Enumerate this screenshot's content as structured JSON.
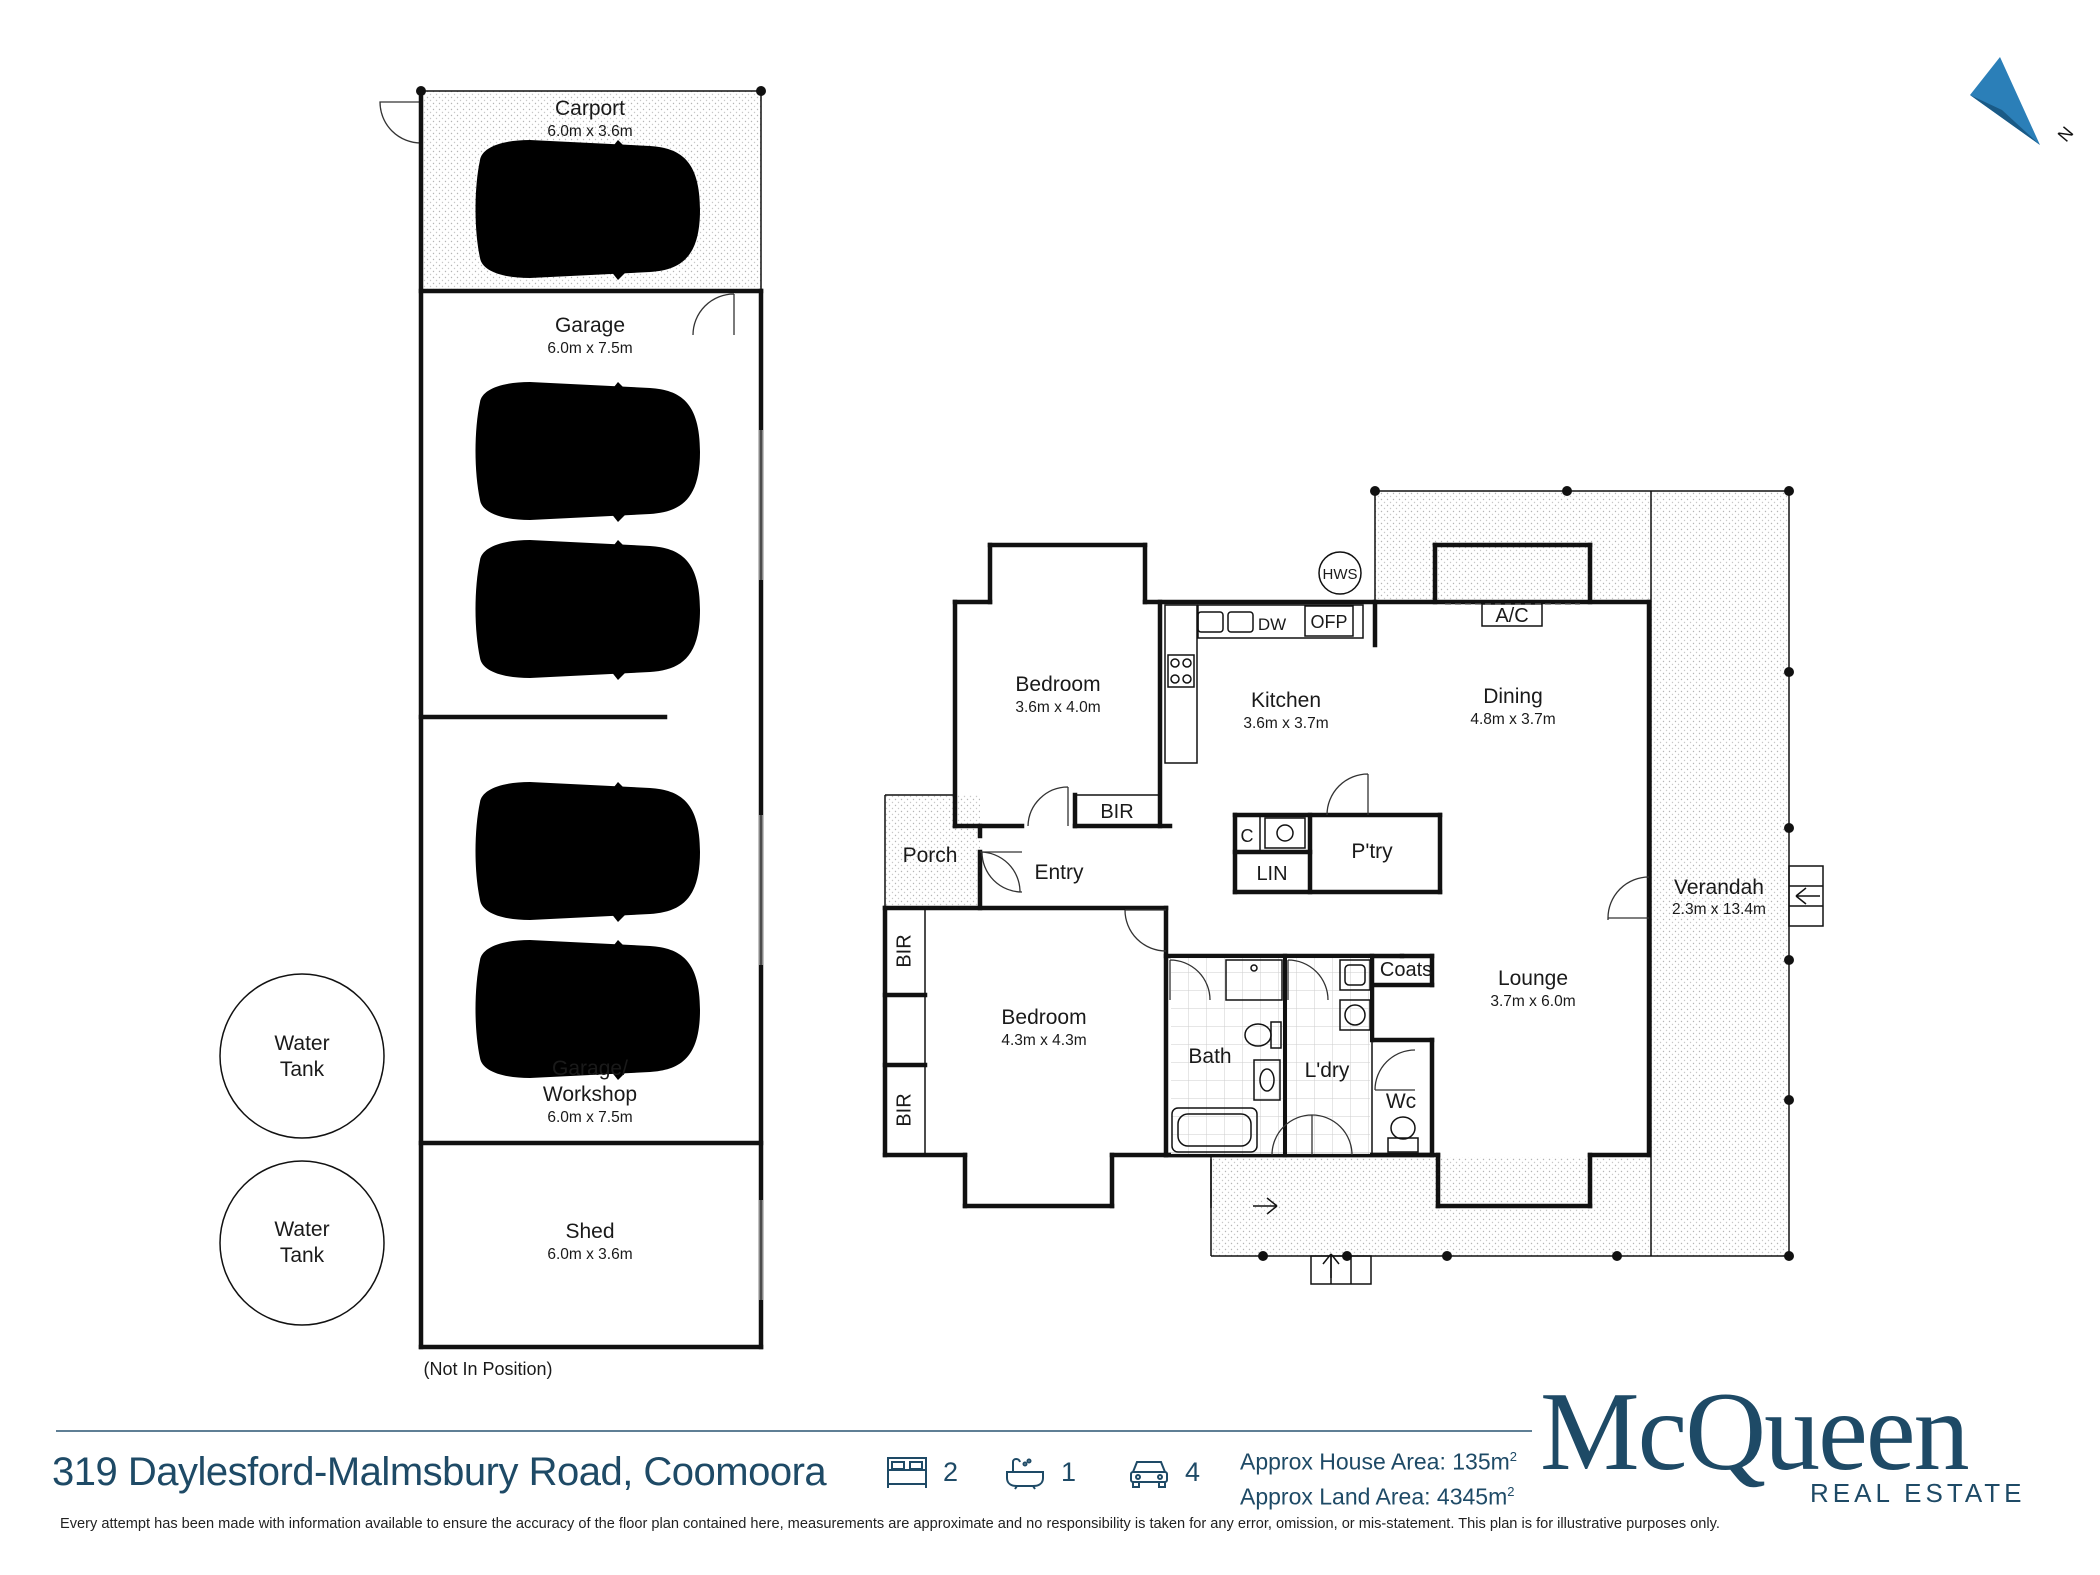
{
  "rooms": {
    "carport": {
      "name": "Carport",
      "dims": "6.0m x 3.6m"
    },
    "garage": {
      "name": "Garage",
      "dims": "6.0m x 7.5m"
    },
    "workshop": {
      "name1": "Garage/",
      "name2": "Workshop",
      "dims": "6.0m x 7.5m"
    },
    "shed": {
      "name": "Shed",
      "dims": "6.0m x 3.6m"
    },
    "bedroom1": {
      "name": "Bedroom",
      "dims": "3.6m x 4.0m"
    },
    "bedroom2": {
      "name": "Bedroom",
      "dims": "4.3m x 4.3m"
    },
    "kitchen": {
      "name": "Kitchen",
      "dims": "3.6m x 3.7m"
    },
    "dining": {
      "name": "Dining",
      "dims": "4.8m x 3.7m"
    },
    "lounge": {
      "name": "Lounge",
      "dims": "3.7m x 6.0m"
    },
    "verandah": {
      "name": "Verandah",
      "dims": "2.3m x 13.4m"
    },
    "porch": {
      "name": "Porch"
    },
    "entry": {
      "name": "Entry"
    },
    "pantry": {
      "name": "P'try"
    },
    "bath": {
      "name": "Bath"
    },
    "laundry": {
      "name": "L'dry"
    },
    "wc": {
      "name": "Wc"
    },
    "coats": {
      "name": "Coats"
    },
    "lin": {
      "name": "LIN"
    },
    "c": {
      "name": "C"
    }
  },
  "fixtures": {
    "bir": "BIR",
    "dw": "DW",
    "ofp": "OFP",
    "ac": "A/C",
    "hws": "HWS"
  },
  "water_tanks": {
    "line1": "Water",
    "line2": "Tank"
  },
  "not_in_position": "(Not In Position)",
  "compass_label": "N",
  "footer": {
    "address": "319 Daylesford-Malmsbury Road, Coomoora",
    "bedrooms": "2",
    "bathrooms": "1",
    "car_spaces": "4",
    "house_area_label": "Approx House Area: 135m",
    "land_area_label": "Approx Land Area: 4345m",
    "area_unit_sup": "2",
    "brand_name": "McQueen",
    "brand_sub": "REAL ESTATE",
    "disclaimer": "Every attempt has been made with information available to ensure the accuracy of the floor plan contained here, measurements are approximate and no responsibility is taken for any error, omission, or mis-statement. This plan is for illustrative purposes only."
  },
  "colors": {
    "brand": "#1e4a66",
    "car_outline": "#5b8fb8",
    "wall": "#111111"
  }
}
